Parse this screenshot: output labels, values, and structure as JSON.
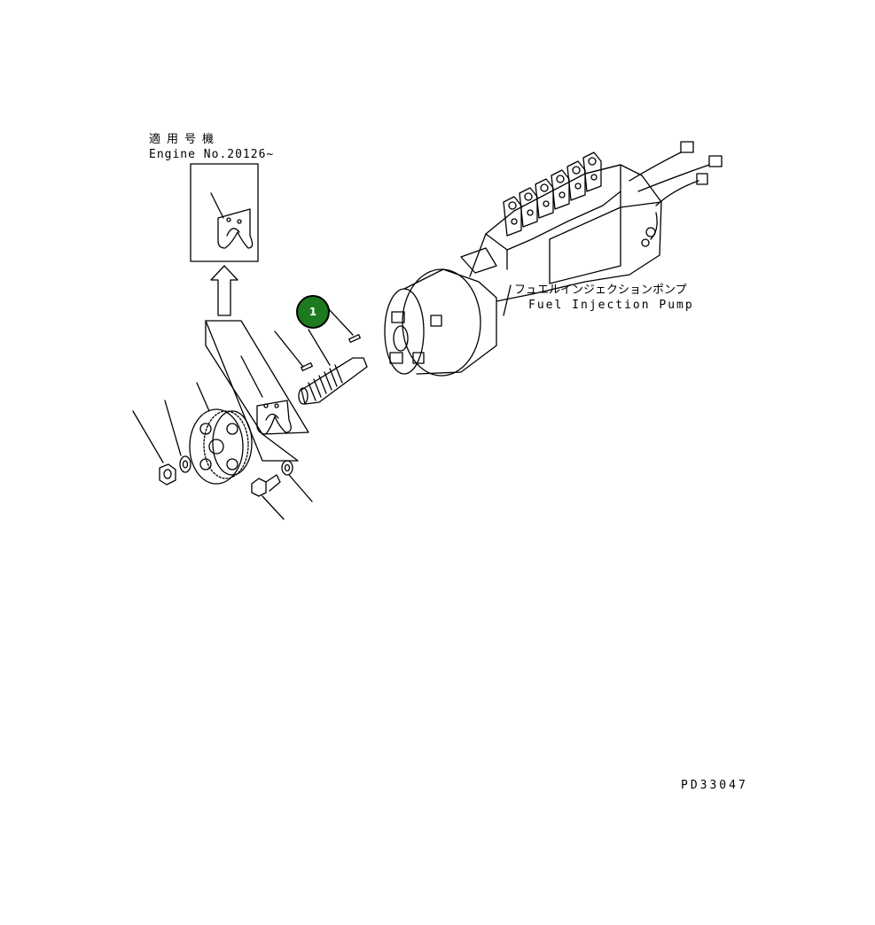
{
  "labels": {
    "applicable_jp": "適用号機",
    "engine_no": "Engine No.20126~",
    "pump_jp": "フュエルインジェクションポンプ",
    "pump_en": "Fuel Injection Pump",
    "drawing_code": "PD33047"
  },
  "callouts": [
    {
      "number": "1",
      "color": "#1e7a1e"
    }
  ]
}
